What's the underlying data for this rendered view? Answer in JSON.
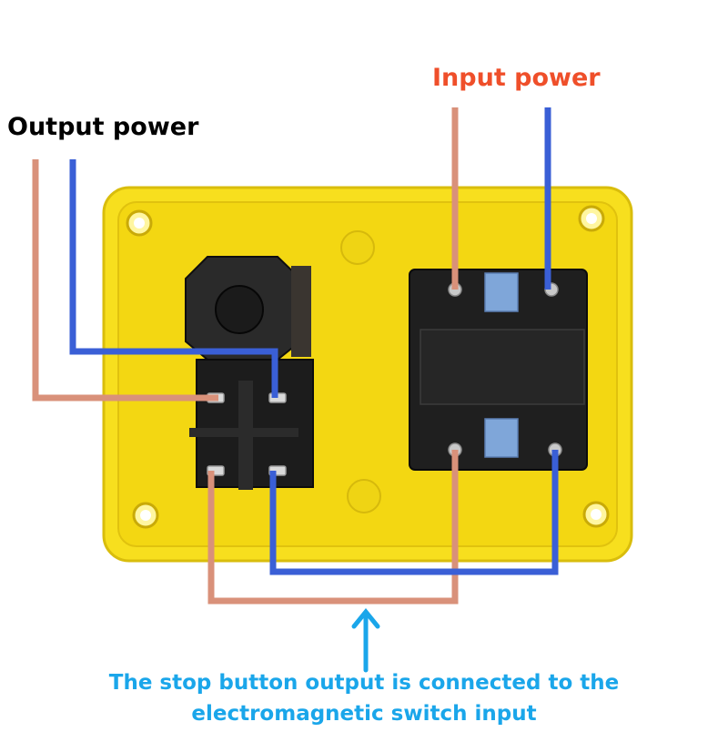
{
  "labels": {
    "output_power": "Output power",
    "input_power": "Input power",
    "caption_line1": "The stop button output is connected to the",
    "caption_line2": "electromagnetic switch input"
  },
  "colors": {
    "enclosure": "#f7df1e",
    "enclosure_edge": "#d9bd0c",
    "switch_body": "#1c1c1c",
    "wire_live": "#d9917a",
    "wire_neutral": "#3a5fd6",
    "input_label": "#ef4f2a",
    "caption": "#1aa6ea",
    "arrow": "#1aa6ea",
    "terminal_button": "#7fa6d9"
  },
  "icons": {
    "arrow": "up-arrow-icon"
  }
}
